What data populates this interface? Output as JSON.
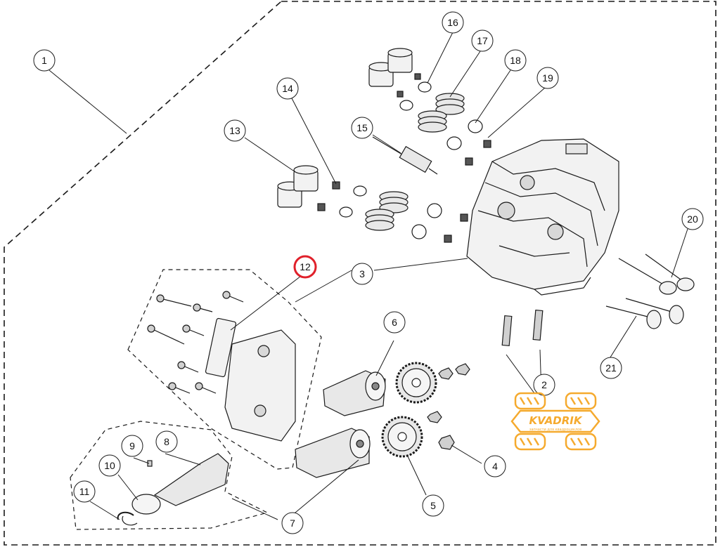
{
  "diagram": {
    "callouts": [
      {
        "id": "1",
        "label": "1"
      },
      {
        "id": "2",
        "label": "2"
      },
      {
        "id": "3",
        "label": "3"
      },
      {
        "id": "4",
        "label": "4"
      },
      {
        "id": "5",
        "label": "5"
      },
      {
        "id": "6",
        "label": "6"
      },
      {
        "id": "7",
        "label": "7"
      },
      {
        "id": "8",
        "label": "8"
      },
      {
        "id": "9",
        "label": "9"
      },
      {
        "id": "10",
        "label": "10"
      },
      {
        "id": "11",
        "label": "11"
      },
      {
        "id": "12",
        "label": "12",
        "highlighted": true
      },
      {
        "id": "13",
        "label": "13"
      },
      {
        "id": "14",
        "label": "14"
      },
      {
        "id": "15",
        "label": "15"
      },
      {
        "id": "16",
        "label": "16"
      },
      {
        "id": "17",
        "label": "17"
      },
      {
        "id": "18",
        "label": "18"
      },
      {
        "id": "19",
        "label": "19"
      },
      {
        "id": "20",
        "label": "20"
      },
      {
        "id": "21",
        "label": "21"
      }
    ],
    "highlight_color": "#e0202a",
    "line_color": "#1a1a1a",
    "part_fill": "#f2f2f2",
    "part_shade": "#b9b9b9"
  },
  "watermark": {
    "brand": "KVADRIK",
    "tagline": "запчасти для квадроциклов",
    "color": "#f5a623"
  }
}
